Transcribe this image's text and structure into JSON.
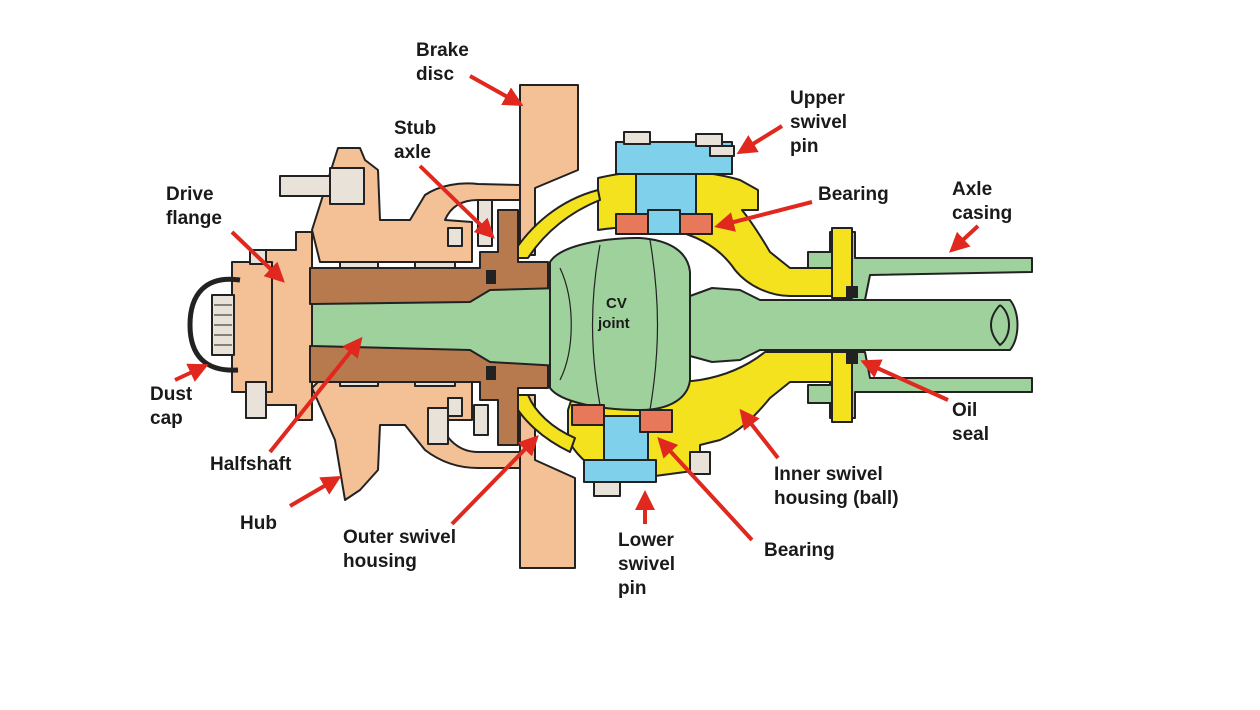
{
  "colors": {
    "hub": "#f4c197",
    "stub_axle": "#b77a4f",
    "swivel_housing": "#f4e21e",
    "shaft": "#9ed19c",
    "pin": "#7fd0ea",
    "bearing": "#e8785a",
    "arrow": "#e0281e"
  },
  "labels": {
    "brake_disc": [
      "Brake",
      "disc"
    ],
    "stub_axle": [
      "Stub",
      "axle"
    ],
    "upper_swivel_pin": [
      "Upper",
      "swivel",
      "pin"
    ],
    "bearing_upper": [
      "Bearing"
    ],
    "axle_casing": [
      "Axle",
      "casing"
    ],
    "drive_flange": [
      "Drive",
      "flange"
    ],
    "cv_joint": [
      "CV",
      "joint"
    ],
    "dust_cap": [
      "Dust",
      "cap"
    ],
    "oil_seal": [
      "Oil",
      "seal"
    ],
    "halfshaft": [
      "Halfshaft"
    ],
    "inner_swivel_housing": [
      "Inner swivel",
      "housing (ball)"
    ],
    "hub": [
      "Hub"
    ],
    "outer_swivel_housing": [
      "Outer swivel",
      "housing"
    ],
    "bearing_lower": [
      "Bearing"
    ],
    "lower_swivel_pin": [
      "Lower",
      "swivel",
      "pin"
    ]
  }
}
